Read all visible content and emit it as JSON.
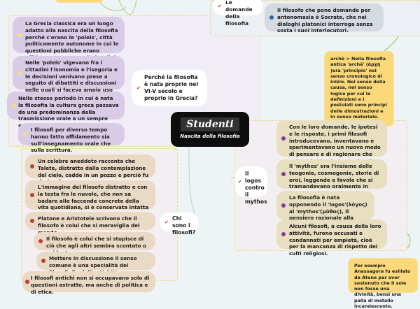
{
  "central": {
    "logo": "Studenti",
    "title": "Nascita della filosofia"
  },
  "top_note": {
    "text": "..."
  },
  "branches": {
    "domande": {
      "label": "Le domande della filosofia"
    },
    "perche": {
      "label": "Perché la filosofia è nata proprio nel VI-V secolo e proprio in Grecia?"
    },
    "chi": {
      "label": "Chi sono i filosofi?"
    },
    "logos": {
      "label": "Il logos contro il mythos"
    }
  },
  "domande_items": [
    {
      "text": "Il filosofo che pone domande per antonomasia è Socrate, che nei dialoghi platonici interroga senza sosta i suoi interlocutori."
    }
  ],
  "arche_note": {
    "text": "archè >  Nella filosofia antica 'archè' (ἀρχή )era 'principio' nel senso cronologico di inizio. Nel senso della causa, nel senso logico per cui le definizioni e i postulati sono principi delle dimostrazioni e in senso materiale. Nell'archè questi diversi significati sono pressoché indistinguibili."
  },
  "perche_items": [
    {
      "text": "La Grecia classica era un luogo adatto alla nascita della filosofia perché c'erano le 'poleis', città politicamente autonome in cui le questioni pubbliche erano affidate a un gruppo di cittadini."
    },
    {
      "text": "Nelle 'poleis' vigevano fra i cittadini l'isonomia e l'isegoria e le decisioni venivano prese a seguito di dibattiti e discussioni nelle quali si faceva ampio uso della retorica."
    },
    {
      "text": "Nello stesso periodo in cui è nata la filosofia la cultura greca passava da una predominanza della trasmissione orale a un sempre maggiore uso della scrittura."
    },
    {
      "text": "I filosofi per diverso tempo hanno fatto affidamento sia sull'insegnamento orale che sulla scrittura."
    }
  ],
  "chi_items": [
    {
      "text": "Un celebre aneddoto racconta che Talete, distratto dalla contemplazione del cielo, cadde in un pozzo e perciò fu deriso da una ragazza."
    },
    {
      "text": "L'immagine del filosofo distratto e con la testa fra le nuvole, che non sa badare alle faccende concrete della vita quotidiana, si è conservata intatta nei secoli."
    },
    {
      "text": "Platone e Aristotele scrivono che il filosofo è colui che si meraviglia del mondo."
    },
    {
      "text": "Il filosofo è colui che si stupisce di ciò che agli altri sembra scontato o evidente."
    },
    {
      "text": "Mettere in discussione il senso comune è una specialità dei filosofi, fin dall'antichità."
    },
    {
      "text": "I filosofi antichi non si occupavano solo di questioni astratte, ma anche di politica e di etica."
    }
  ],
  "logos_items": [
    {
      "text": "Con le loro domande, le ipotesi e le risposte, i primi filosofi introducevano, inventavano e sperimentavano un nuovo modo di pensare e di ragionare che noi oggi chiamiamo \"razionale\"."
    },
    {
      "text": "Il 'mythos' era l'insieme delle teogonie, cosmogonie, storie di eroi, leggende e favole che si tramandavano oralmente in Grecia."
    },
    {
      "text": "La filosofia è nata opponendo il 'logos'(λόγος) al 'mythos'(μῦθος), il pensiero razionale alla tradizione mitologica."
    },
    {
      "text": "Alcuni filosofi, a causa della loro attività, furono accusati e condannati per empietà, cioè per la mancanza di rispetto dei culti religiosi."
    }
  ],
  "anassagora_note": {
    "text": "Per esempio Anassagora fu esiliato da Atene per aver sostenuto che il sole non fosse una divinità, bensì una palla di metallo incandescente."
  },
  "colors": {
    "background": "#eef3f5",
    "central": "#0d0d0d",
    "purple_node": "#d8cbe6",
    "tan_node": "#ead9c4",
    "olive_node": "#e7dfbf",
    "gray_node": "#d5dae0",
    "note": "#fbd97a",
    "connector_green": "#8bc34a",
    "marker_red": "#b5323a"
  }
}
